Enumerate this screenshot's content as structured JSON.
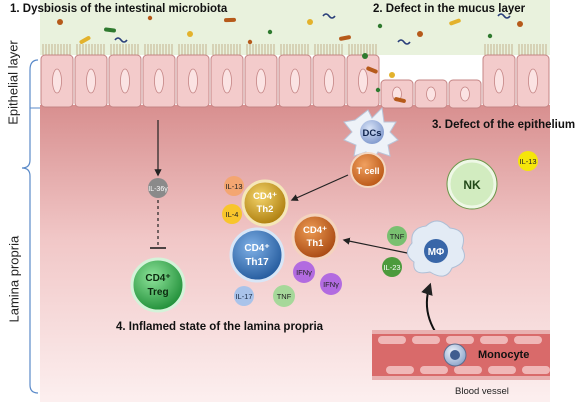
{
  "steps": {
    "step1": "1. Dysbiosis of the intestinal microbiota",
    "step2": "2. Defect in the mucus layer",
    "step3": "3. Defect of the epithelium",
    "step4": "4. Inflamed state of the lamina propria"
  },
  "regions": {
    "epithelial": "Epithelial layer",
    "lamina": "Lamina propria"
  },
  "cells": {
    "dcs": "DCs",
    "tcell": "T cell",
    "nk": "NK",
    "th2_a": "CD4⁺",
    "th2_b": "Th2",
    "th1_a": "CD4⁺",
    "th1_b": "Th1",
    "th17_a": "CD4⁺",
    "th17_b": "Th17",
    "treg_a": "CD4⁺",
    "treg_b": "Treg",
    "macrophage": "MΦ",
    "monocyte": "Monocyte",
    "blood_vessel": "Blood vessel"
  },
  "cytokines": {
    "il36": "IL-36γ",
    "il13_left": "IL-13",
    "il4": "IL-4",
    "il13_right": "IL-13",
    "tnf_right": "TNF",
    "il23": "IL-23",
    "ifng_1": "IFNγ",
    "ifng_2": "IFNγ",
    "il17": "IL-17",
    "tnf_bottom": "TNF"
  },
  "colors": {
    "lumen": "#e8f1dc",
    "epithelium": "#f2c9c9",
    "lamina_top": "#e3a1a1",
    "lamina_bottom": "#fbeaea",
    "th2": "#c99a1a",
    "th1": "#c0581b",
    "th17": "#2f6fb3",
    "treg": "#2eaa4a",
    "nk": "#d4eec4",
    "dc": "#9fb4dc",
    "tcell": "#d2691e",
    "macrophage": "#c7d8ea"
  }
}
